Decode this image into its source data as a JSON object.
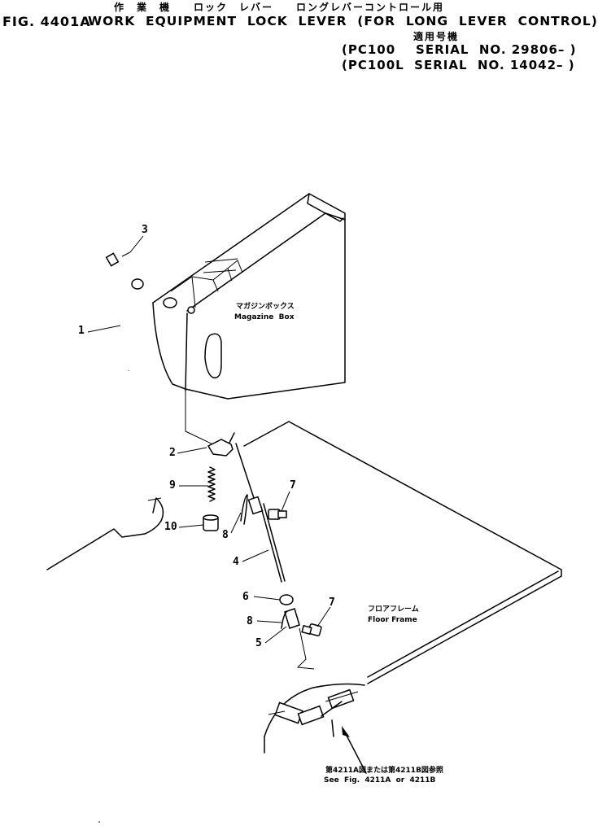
{
  "header": {
    "jp_line1": "作　業　機　　ロック　レバー　　ロングレバーコントロール用",
    "fig_no": "FIG. 4401A",
    "title": "WORK  EQUIPMENT  LOCK  LEVER  (FOR  LONG  LEVER  CONTROL)",
    "jp_applicable": "適用号機",
    "serial_1": "(PC100    SERIAL  NO. 29806– )",
    "serial_2": "(PC100L  SERIAL  NO. 14042– )"
  },
  "labels": {
    "magazine_box_jp": "マガジンボックス",
    "magazine_box_en": "Magazine  Box",
    "floor_frame_jp": "フロアフレーム",
    "floor_frame_en": "Floor Frame",
    "see_fig_jp": "第4211A図または第4211B図参照",
    "see_fig_en": "See  Fig.  4211A  or  4211B"
  },
  "callouts": [
    "3",
    "1",
    "2",
    "9",
    "10",
    "8",
    "7",
    "4",
    "6",
    "8",
    "5",
    "7"
  ]
}
